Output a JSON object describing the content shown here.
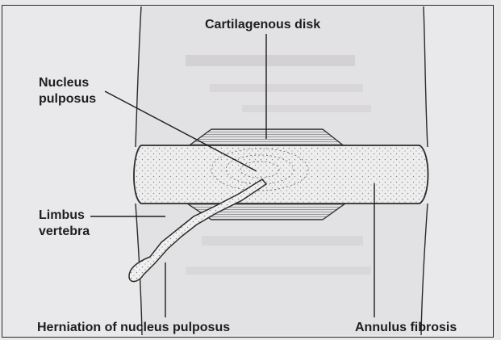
{
  "labels": {
    "cartilagenous_disk": "Cartilagenous disk",
    "nucleus_line1": "Nucleus",
    "nucleus_line2": "pulposus",
    "limbus_line1": "Limbus",
    "limbus_line2": "vertebra",
    "herniation": "Herniation of nucleus pulposus",
    "annulus": "Annulus fibrosis"
  },
  "colors": {
    "background": "#e9e8ea",
    "ink": "#2b2b2b",
    "text": "#1e1e1e",
    "bone_shade": "#cfcdcf",
    "disk_fill": "#efeeef"
  }
}
